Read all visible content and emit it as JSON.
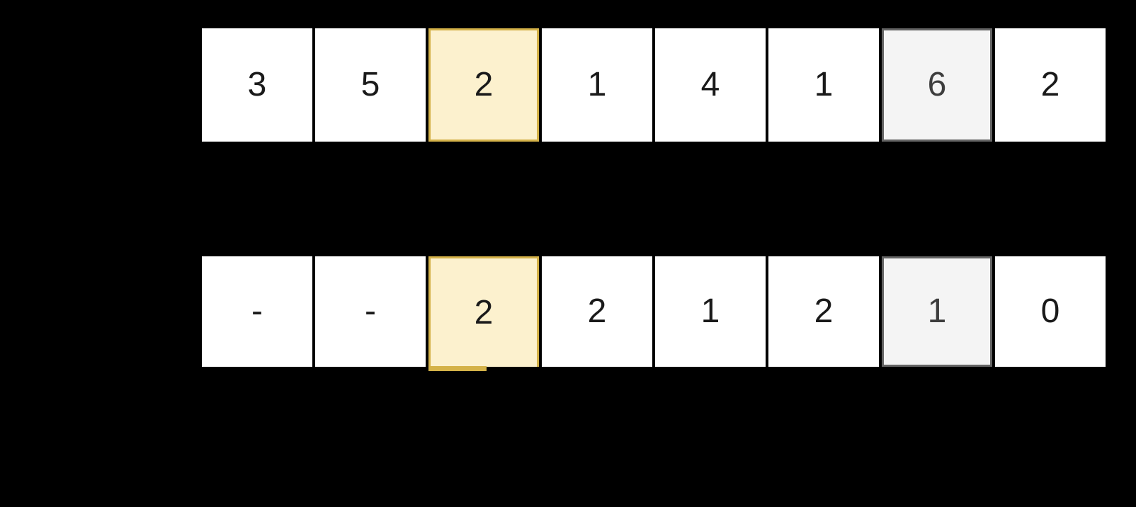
{
  "canvas": {
    "background": "#000000"
  },
  "colors": {
    "cell_fill": "#ffffff",
    "cell_text": "#1a1a1a",
    "active_fill": "#fcf1ce",
    "active_border": "#d4b249",
    "visited_fill": "#f4f4f4",
    "visited_border": "#646464",
    "visited_text": "#3d3d3d"
  },
  "arrays": [
    {
      "name": "top-array",
      "cells": [
        {
          "value": "3",
          "state": "normal"
        },
        {
          "value": "5",
          "state": "normal"
        },
        {
          "value": "2",
          "state": "active"
        },
        {
          "value": "1",
          "state": "normal"
        },
        {
          "value": "4",
          "state": "normal"
        },
        {
          "value": "1",
          "state": "normal"
        },
        {
          "value": "6",
          "state": "visited"
        },
        {
          "value": "2",
          "state": "normal"
        }
      ]
    },
    {
      "name": "bottom-array",
      "cells": [
        {
          "value": "-",
          "state": "normal"
        },
        {
          "value": "-",
          "state": "normal"
        },
        {
          "value": "2",
          "state": "active",
          "marker": true,
          "open_bottom": true
        },
        {
          "value": "2",
          "state": "normal"
        },
        {
          "value": "1",
          "state": "normal"
        },
        {
          "value": "2",
          "state": "normal"
        },
        {
          "value": "1",
          "state": "visited"
        },
        {
          "value": "0",
          "state": "normal"
        }
      ]
    }
  ]
}
